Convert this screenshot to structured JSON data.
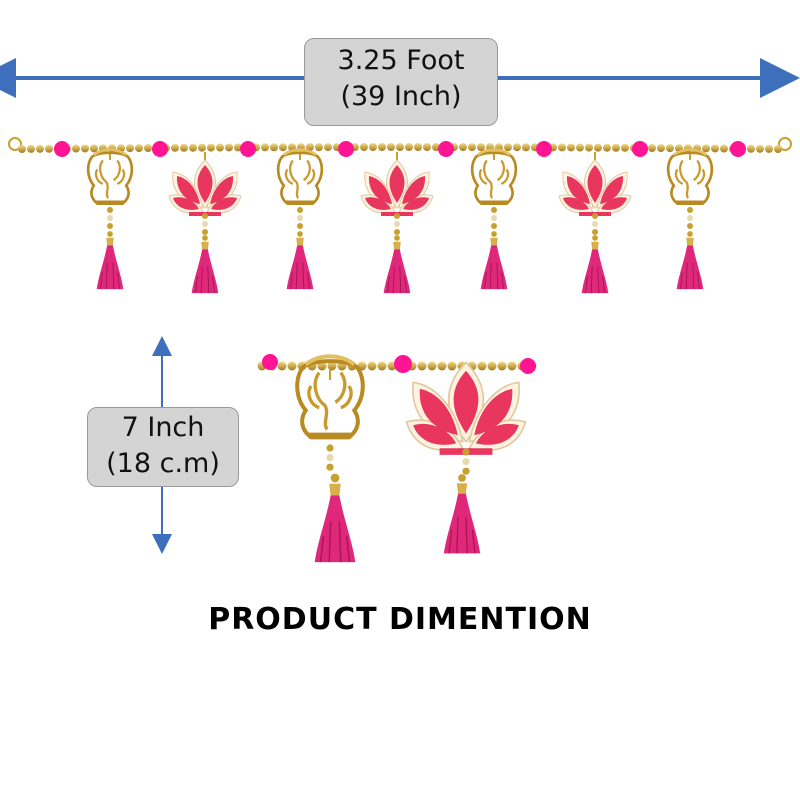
{
  "width_dimension": {
    "line1": "3.25 Foot",
    "line2": "(39 Inch)"
  },
  "height_dimension": {
    "line1": "7 Inch",
    "line2": "(18 c.m)"
  },
  "caption": "PRODUCT DIMENTION",
  "colors": {
    "arrow": "#3d6fbd",
    "lotus": "#e8365f",
    "tassel": "#e0287a",
    "gold": "#c8a030",
    "pompom": "#ff1493"
  },
  "toran": {
    "icons": [
      "ganesha-motif-icon",
      "lotus-motif-icon",
      "tassel-icon",
      "pompom-icon"
    ]
  }
}
